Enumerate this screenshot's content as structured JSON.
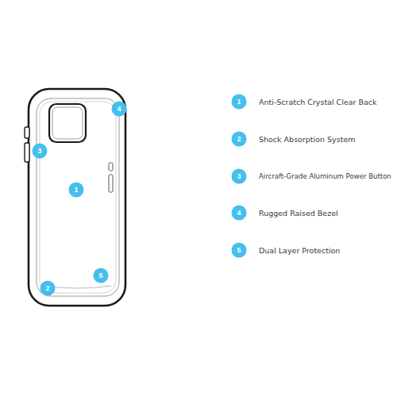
{
  "diagram": {
    "labels": [
      "1",
      "2",
      "3",
      "4",
      "5",
      "1",
      "Anti-Scratch Crystal Clear Back",
      "2",
      "Shock Absorption System",
      "3",
      "Aircraft-Grade Aluminum Power Button",
      "4",
      "Rugged Raised Bezel",
      "5",
      "Dual Layer Protection"
    ]
  }
}
